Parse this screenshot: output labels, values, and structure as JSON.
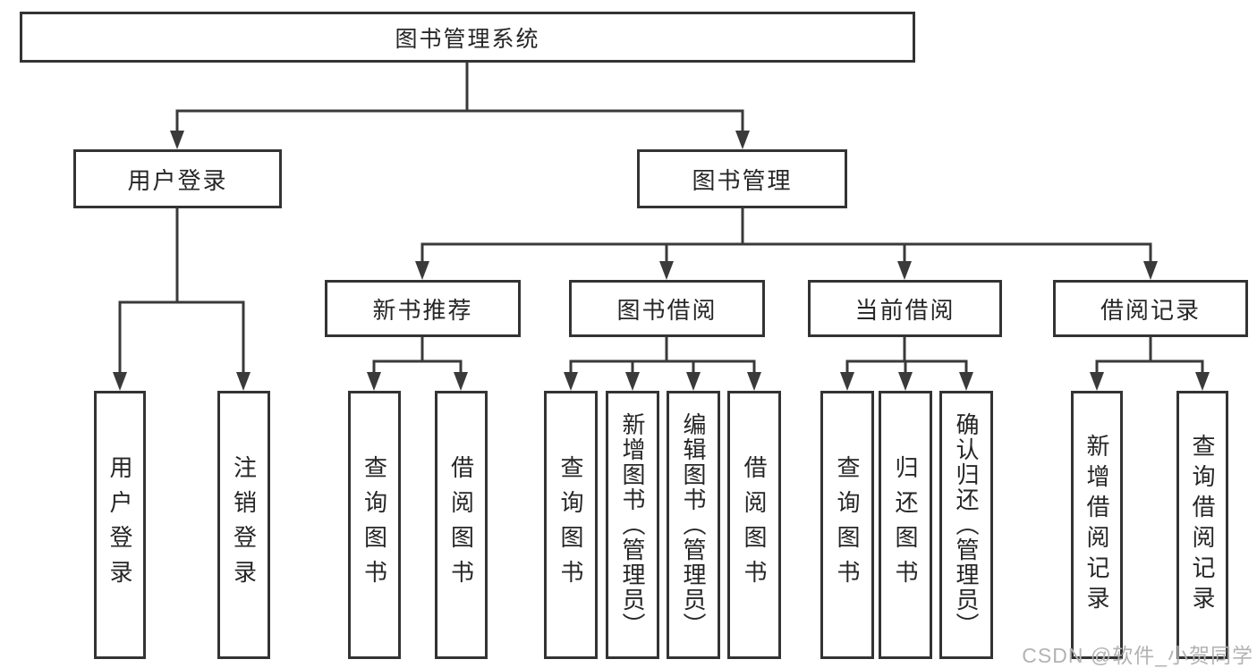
{
  "nodes": {
    "root": "图书管理系统",
    "user_login": "用户登录",
    "book_management": "图书管理",
    "new_book_recommend": "新书推荐",
    "book_borrow": "图书借阅",
    "current_borrow": "当前借阅",
    "borrow_records": "借阅记录",
    "leaf_user_login": "用户登录",
    "leaf_logout": "注销登录",
    "leaf_query_books_a": "查询图书",
    "leaf_borrow_books_a": "借阅图书",
    "leaf_query_books_b": "查询图书",
    "leaf_add_books_admin": "新增图书（管理员）",
    "leaf_edit_books_admin": "编辑图书（管理员）",
    "leaf_borrow_books_b": "借阅图书",
    "leaf_query_books_c": "查询图书",
    "leaf_return_books": "归还图书",
    "leaf_confirm_return_admin": "确认归还（管理员）",
    "leaf_add_borrow_record": "新增借阅记录",
    "leaf_query_borrow_record": "查询借阅记录"
  },
  "hierarchy": {
    "图书管理系统": {
      "用户登录": [
        "用户登录",
        "注销登录"
      ],
      "图书管理": {
        "新书推荐": [
          "查询图书",
          "借阅图书"
        ],
        "图书借阅": [
          "查询图书",
          "新增图书（管理员）",
          "编辑图书（管理员）",
          "借阅图书"
        ],
        "当前借阅": [
          "查询图书",
          "归还图书",
          "确认归还（管理员）"
        ],
        "借阅记录": [
          "新增借阅记录",
          "查询借阅记录"
        ]
      }
    }
  },
  "watermark": "CSDN @软件_小贺同学",
  "colors": {
    "line": "#3a3a3a",
    "box_border": "#333333",
    "text": "#262626",
    "background": "#ffffff",
    "watermark": "#b3b3b3"
  }
}
